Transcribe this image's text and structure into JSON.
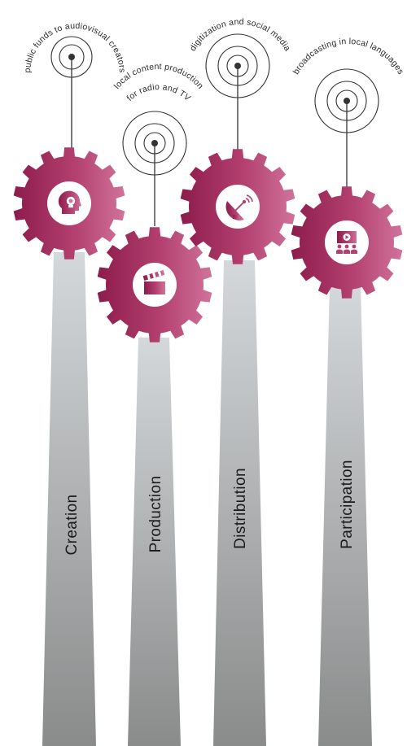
{
  "colors": {
    "gear_dark": "#8c1c4c",
    "gear_mid": "#b3406f",
    "gear_light": "#d0739b",
    "pillar_top": "#d4d8da",
    "pillar_bottom": "#8a8b8b",
    "ring_stroke": "#333333",
    "text": "#1b1b1b"
  },
  "pillars": [
    {
      "label": "Creation",
      "icon": "idea-head-icon"
    },
    {
      "label": "Production",
      "icon": "clapperboard-icon"
    },
    {
      "label": "Distribution",
      "icon": "satellite-dish-icon"
    },
    {
      "label": "Participation",
      "icon": "audience-screen-icon"
    }
  ],
  "targets": [
    {
      "text": "public funds to audiovisual creators"
    },
    {
      "text": "local content production"
    },
    {
      "text": "for radio and TV"
    },
    {
      "text": "digitization and social media"
    },
    {
      "text": "broadcasting in local languages"
    }
  ]
}
